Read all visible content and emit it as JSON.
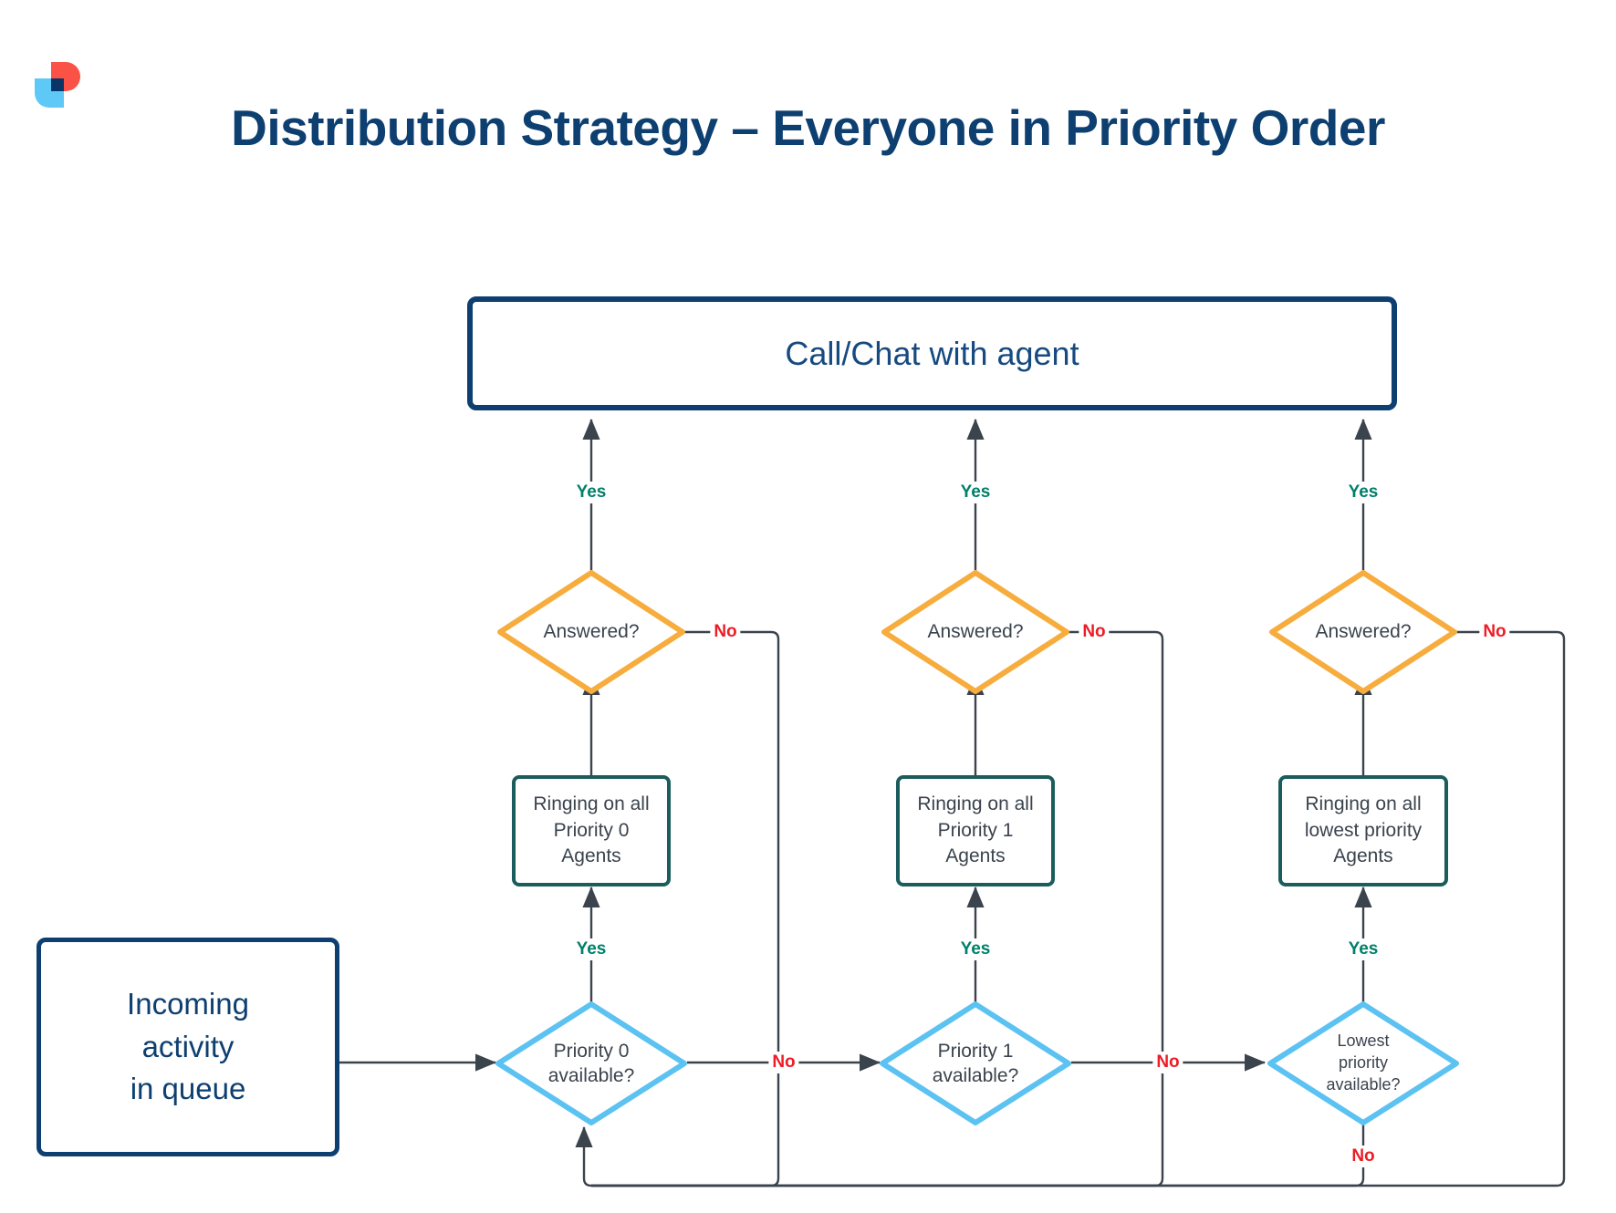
{
  "header": {
    "logo_name": "brand-logo",
    "logo_colors": {
      "red": "#fa5246",
      "blue": "#5ec8f7",
      "navy": "#073567"
    },
    "title": "Distribution Strategy – Everyone in Priority Order",
    "title_color": "#0d3f70"
  },
  "colors": {
    "navy": "#0d3f70",
    "teal": "#1b5c5c",
    "orange": "#f7ad3e",
    "lightblue": "#5bc2f2",
    "yes_green": "#00806a",
    "no_red": "#ee1c25",
    "line": "#3b434d",
    "node_text": "#3b434d"
  },
  "diagram": {
    "type": "flowchart",
    "terminal_box": {
      "label": "Call/Chat with agent"
    },
    "start_box": {
      "label": "Incoming\nactivity\nin queue",
      "lines": [
        "Incoming",
        "activity",
        "in queue"
      ]
    },
    "columns": [
      {
        "id": "priority-0",
        "decision_availability": {
          "label": "Priority 0\navailable?",
          "lines": [
            "Priority 0",
            "available?"
          ],
          "shape": "diamond",
          "color": "#5bc2f2"
        },
        "process_ringing": {
          "label": "Ringing on all\nPriority 0\nAgents",
          "lines": [
            "Ringing on all",
            "Priority 0",
            "Agents"
          ],
          "shape": "rect",
          "color": "#1b5c5c"
        },
        "decision_answered": {
          "label": "Answered?",
          "lines": [
            "Answered?"
          ],
          "shape": "diamond",
          "color": "#f7ad3e"
        },
        "edge_available_yes": "Yes",
        "edge_available_no": "No",
        "edge_answered_yes": "Yes",
        "edge_answered_no": "No"
      },
      {
        "id": "priority-1",
        "decision_availability": {
          "label": "Priority 1\navailable?",
          "lines": [
            "Priority 1",
            "available?"
          ],
          "shape": "diamond",
          "color": "#5bc2f2"
        },
        "process_ringing": {
          "label": "Ringing on all\nPriority 1\nAgents",
          "lines": [
            "Ringing on all",
            "Priority 1",
            "Agents"
          ],
          "shape": "rect",
          "color": "#1b5c5c"
        },
        "decision_answered": {
          "label": "Answered?",
          "lines": [
            "Answered?"
          ],
          "shape": "diamond",
          "color": "#f7ad3e"
        },
        "edge_available_yes": "Yes",
        "edge_available_no": "No",
        "edge_answered_yes": "Yes",
        "edge_answered_no": "No"
      },
      {
        "id": "lowest-priority",
        "decision_availability": {
          "label": "Lowest\npriority\navailable?",
          "lines": [
            "Lowest",
            "priority",
            "available?"
          ],
          "shape": "diamond",
          "color": "#5bc2f2"
        },
        "process_ringing": {
          "label": "Ringing on all\nlowest priority\nAgents",
          "lines": [
            "Ringing on all",
            "lowest priority",
            "Agents"
          ],
          "shape": "rect",
          "color": "#1b5c5c"
        },
        "decision_answered": {
          "label": "Answered?",
          "lines": [
            "Answered?"
          ],
          "shape": "diamond",
          "color": "#f7ad3e"
        },
        "edge_available_yes": "Yes",
        "edge_available_no": "No",
        "edge_answered_yes": "Yes",
        "edge_answered_no": "No"
      }
    ]
  }
}
